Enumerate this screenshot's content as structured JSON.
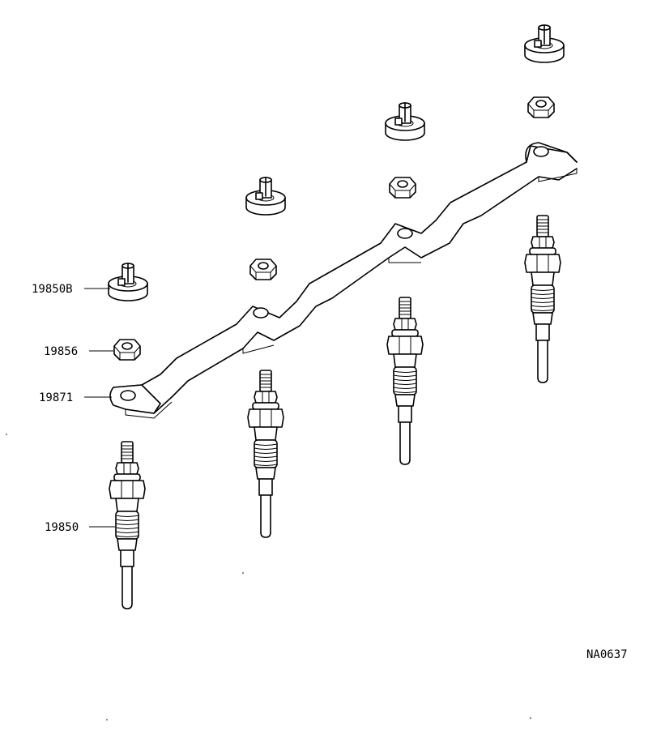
{
  "callouts": {
    "terminal_nut": "19850B",
    "nut": "19856",
    "bus_bar": "19871",
    "glow_plug": "19850"
  },
  "figure_code": "NA0637"
}
